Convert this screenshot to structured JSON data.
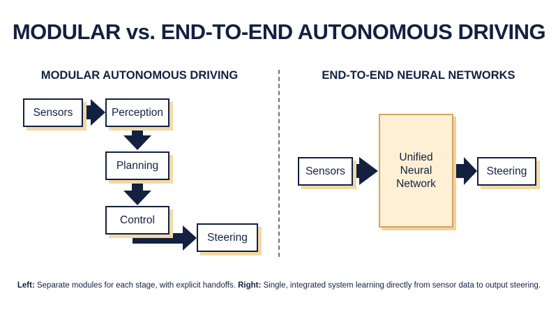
{
  "title": "MODULAR vs. END-TO-END AUTONOMOUS DRIVING",
  "modular": {
    "heading": "MODULAR AUTONOMOUS DRIVING",
    "sensors": "Sensors",
    "perception": "Perception",
    "planning": "Planning",
    "control": "Control",
    "steering": "Steering"
  },
  "e2e": {
    "heading": "END-TO-END NEURAL NETWORKS",
    "sensors": "Sensors",
    "network": "Unified Neural Network",
    "steering": "Steering"
  },
  "caption": {
    "left_label": "Left:",
    "left_text": " Separate modules for each stage, with explicit handoffs. ",
    "right_label": "Right:",
    "right_text": " Single, integrated system learning directly from sensor data to output steering."
  },
  "colors": {
    "navy": "#132040",
    "box_shadow": "#f2d9a6",
    "network_fill": "#fdf0d5",
    "network_border": "#d7a45a"
  }
}
